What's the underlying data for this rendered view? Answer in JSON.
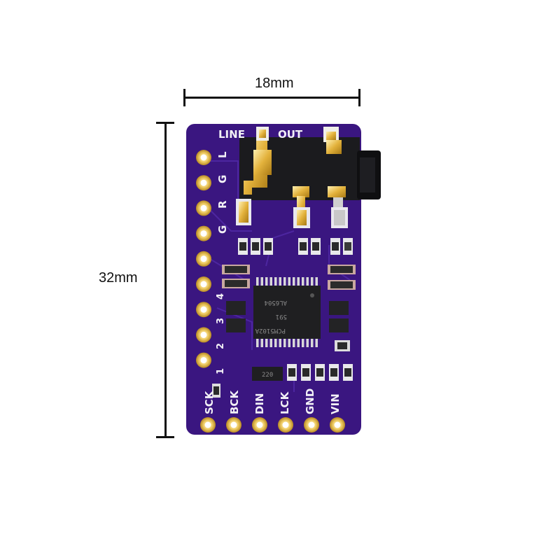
{
  "dimensions": {
    "width": "18mm",
    "height": "32mm"
  },
  "board": {
    "color": "#3a1680",
    "header_label_left": "LINE",
    "header_label_right": "OUT",
    "side_pins": [
      "L",
      "G",
      "R",
      "G"
    ],
    "side_numbers": [
      "4",
      "3",
      "2",
      "1"
    ],
    "bottom_pins": [
      "SCK",
      "BCK",
      "DIN",
      "LCK",
      "GND",
      "VIN"
    ],
    "chip_lines": [
      "AL6504",
      "591",
      "PCM5102A"
    ],
    "small_chip_label": "220"
  }
}
